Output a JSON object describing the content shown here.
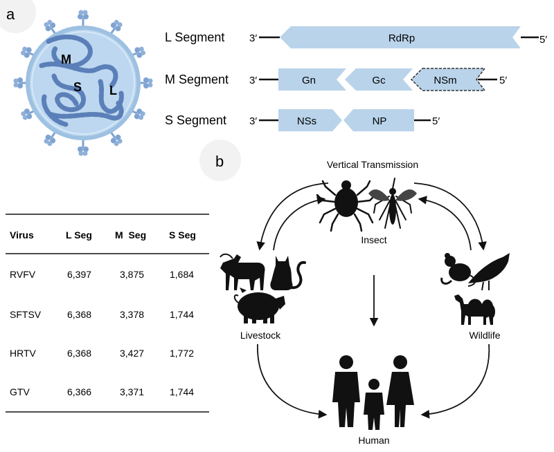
{
  "panel_a": {
    "label": "a",
    "virion_letters": {
      "m": "M",
      "s": "S",
      "l": "L"
    },
    "segments": [
      {
        "name": "L Segment",
        "end3": "3′",
        "end5": "5′",
        "genes": [
          "RdRp"
        ]
      },
      {
        "name": "M Segment",
        "end3": "3′",
        "end5": "5′",
        "genes": [
          "Gn",
          "Gc",
          "NSm"
        ]
      },
      {
        "name": "S Segment",
        "end3": "3′",
        "end5": "5′",
        "genes": [
          "NSs",
          "NP"
        ]
      }
    ]
  },
  "table": {
    "headers": [
      "Virus",
      "L Seg",
      "M  Seg",
      "S Seg"
    ],
    "rows": [
      [
        "RVFV",
        "6,397",
        "3,875",
        "1,684"
      ],
      [
        "SFTSV",
        "6,368",
        "3,378",
        "1,744"
      ],
      [
        "HRTV",
        "6,368",
        "3,427",
        "1,772"
      ],
      [
        "GTV",
        "6,366",
        "3,371",
        "1,744"
      ]
    ]
  },
  "panel_b": {
    "label": "b",
    "title": "Vertical Transmission",
    "nodes": {
      "insect": "Insect",
      "livestock": "Livestock",
      "wildlife": "Wildlife",
      "human": "Human"
    }
  },
  "colors": {
    "protein_fill": "#b9d3ea",
    "virion_fill": "#bcd7ef",
    "virion_ring": "#9ec1e2",
    "rnp": "#5b7fb8",
    "glyco": "#7fa3d1",
    "silhouette": "#111111"
  }
}
